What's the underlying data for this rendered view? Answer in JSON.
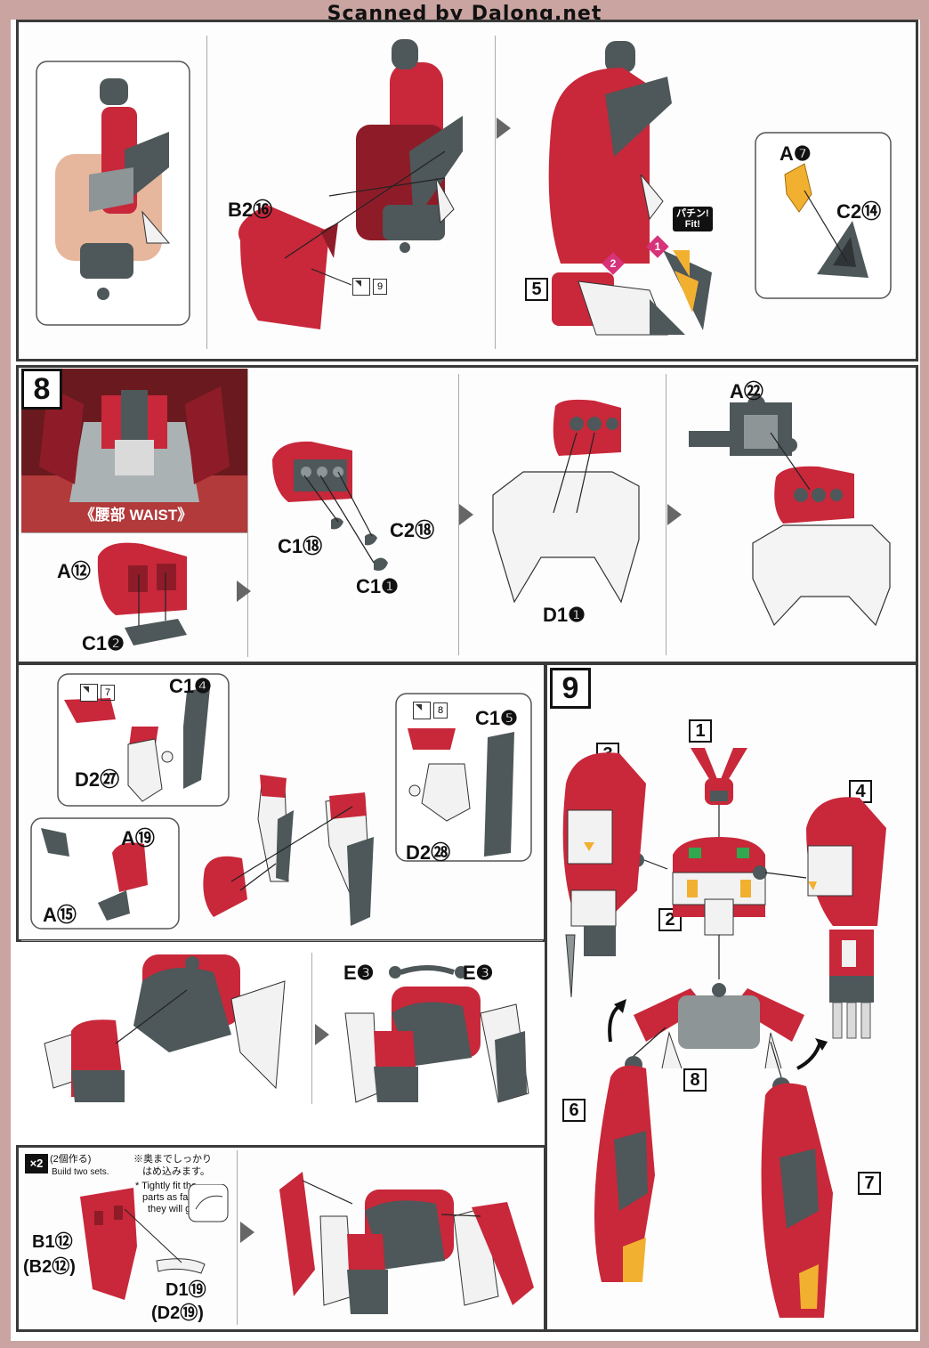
{
  "scan_credit": "Scanned by Dalong.net",
  "colors": {
    "red": "#c8283a",
    "dark_red": "#8e1c28",
    "gray": "#4e5759",
    "light_gray": "#8d9597",
    "white": "#f2f2f2",
    "yellow": "#f2b031",
    "frame": "#3a3a3a",
    "accent_pink": "#d6337a"
  },
  "top_panel": {
    "labels": {
      "b2_16": "B2⑯",
      "tag_9": "9",
      "a_7": "A❼",
      "c2_14": "C2⑭",
      "fit_jp": "パチン!",
      "fit_en": "Fit!",
      "step_marker_1": "1",
      "step_marker_2": "2",
      "sub_5": "5"
    }
  },
  "step8": {
    "number": "8",
    "waist_label": "《腰部 WAIST》",
    "labels": {
      "a_12": "A⑫",
      "c1_2": "C1❷",
      "c1_18": "C1⑱",
      "c2_18": "C2⑱",
      "c1_1": "C1❶",
      "d1_1": "D1❶",
      "a_22": "A㉒"
    }
  },
  "step8b": {
    "labels": {
      "tag_7": "7",
      "tag_8": "8",
      "c1_4": "C1❹",
      "c1_5": "C1❺",
      "d2_27": "D2㉗",
      "d2_28": "D2㉘",
      "a_19": "A⑲",
      "a_15": "A⑮",
      "e_3_left": "E❸",
      "e_3_right": "E❸"
    }
  },
  "step8c": {
    "x2": "×2",
    "build_two_jp": "(2個作る)",
    "build_two_en": "Build two sets.",
    "note_jp_1": "※奥までしっかり",
    "note_jp_2": "はめ込みます。",
    "note_en_1": "* Tightly fit the",
    "note_en_2": "parts as far as",
    "note_en_3": "they will go.",
    "labels": {
      "b1_12": "B1⑫",
      "b2_12": "(B2⑫)",
      "d1_19": "D1⑲",
      "d2_19": "(D2⑲)"
    }
  },
  "step9": {
    "number": "9",
    "subs": {
      "s1": "1",
      "s2": "2",
      "s3": "3",
      "s4": "4",
      "s6": "6",
      "s7": "7",
      "s8": "8"
    }
  }
}
